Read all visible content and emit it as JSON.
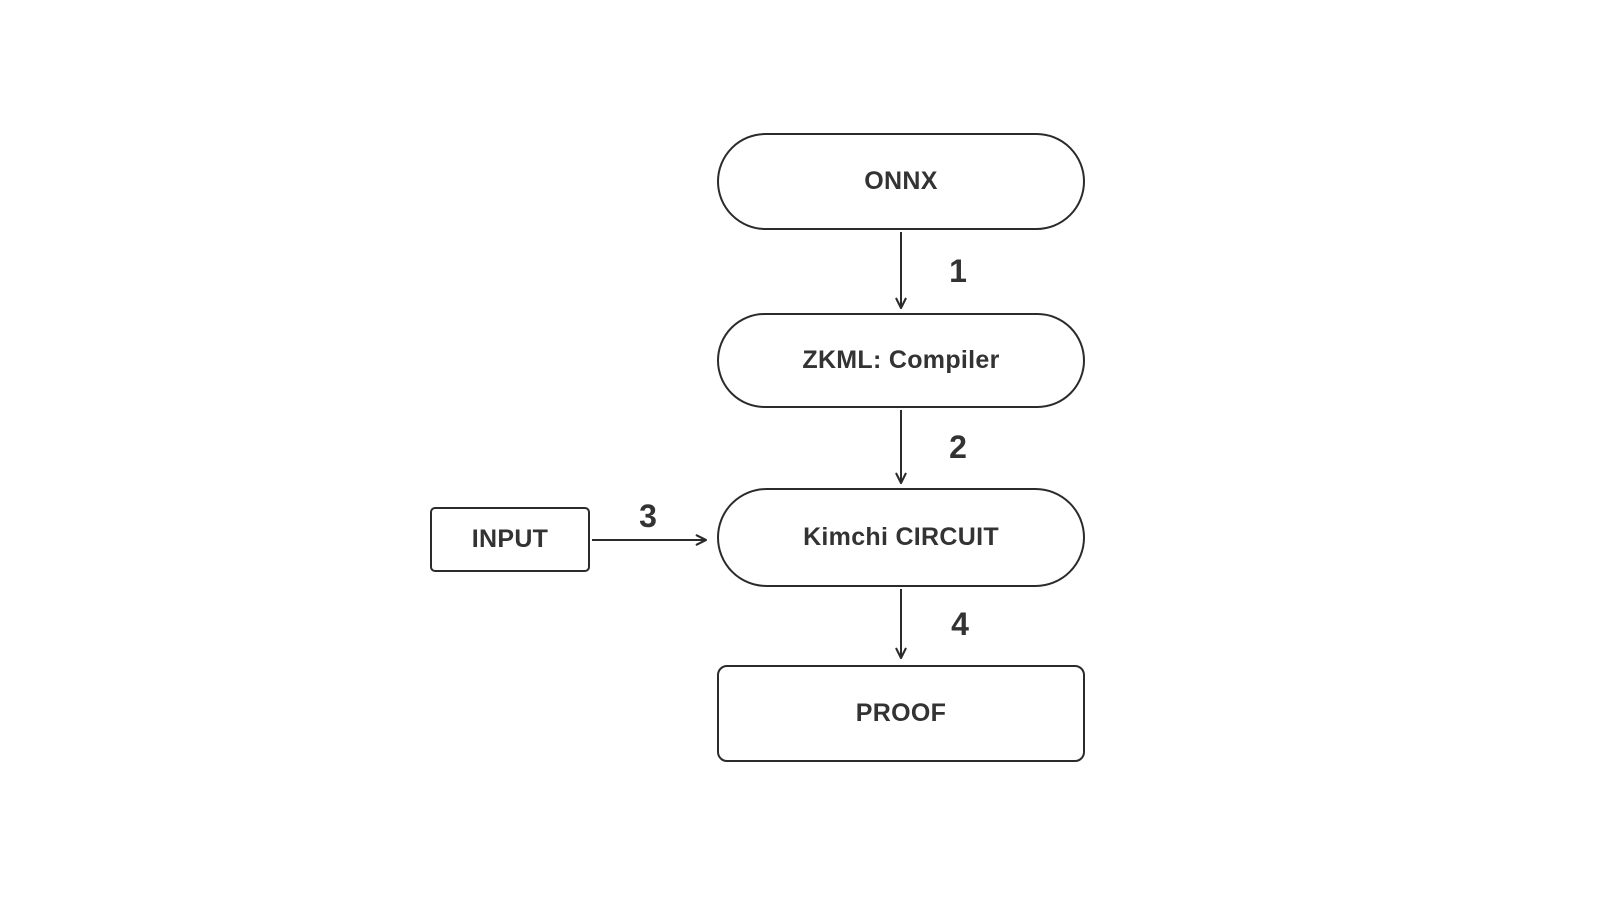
{
  "diagram_type": "flowchart",
  "nodes": {
    "onnx": {
      "label": "ONNX",
      "shape": "pill"
    },
    "zkml_compiler": {
      "label": "ZKML: Compiler",
      "shape": "pill"
    },
    "input": {
      "label": "INPUT",
      "shape": "rect"
    },
    "kimchi_circuit": {
      "label": "Kimchi CIRCUIT",
      "shape": "pill"
    },
    "proof": {
      "label": "PROOF",
      "shape": "rect"
    }
  },
  "edges": [
    {
      "label": "1",
      "from": "onnx",
      "to": "zkml_compiler",
      "direction": "down"
    },
    {
      "label": "2",
      "from": "zkml_compiler",
      "to": "kimchi_circuit",
      "direction": "down"
    },
    {
      "label": "3",
      "from": "input",
      "to": "kimchi_circuit",
      "direction": "right"
    },
    {
      "label": "4",
      "from": "kimchi_circuit",
      "to": "proof",
      "direction": "down"
    }
  ],
  "colors": {
    "stroke": "#2b2b2b",
    "text": "#333333",
    "background": "#ffffff"
  }
}
